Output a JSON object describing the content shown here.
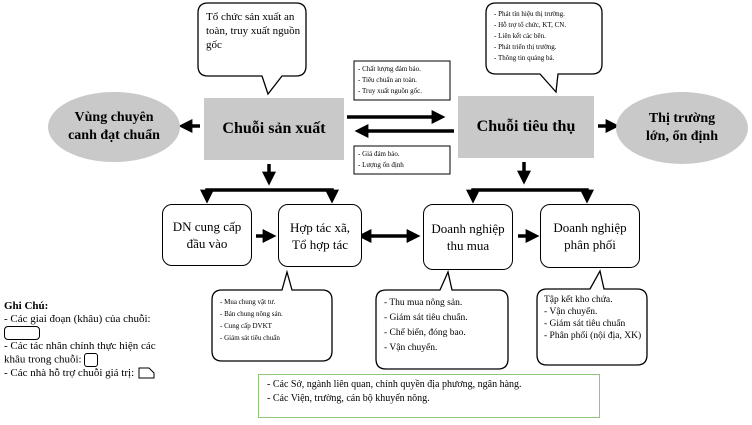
{
  "nodes": {
    "region": "Vùng chuyên canh đạt chuẩn",
    "production_chain": "Chuỗi sản xuất",
    "consumption_chain": "Chuỗi tiêu thụ",
    "market": "Thị trường lớn, ổn định",
    "input_enterprise": "DN cung cấp đầu vào",
    "cooperative": "Hợp tác xã, Tổ hợp tác",
    "purchasing_enterprise": "Doanh nghiệp thu mua",
    "distribution_enterprise": "Doanh nghiệp phân phối"
  },
  "callouts": {
    "production_top": "Tổ chức sản xuất an toàn, truy xuất nguồn gốc",
    "consumption_top": [
      "Phát tín hiệu thị trường.",
      "Hỗ trợ tổ chức, KT, CN.",
      "Liên kết các bên.",
      "Phát triển thị trường.",
      "Thông tin quảng bá."
    ],
    "cooperative": [
      "Mua chung vật tư.",
      "Bán chung nông sản.",
      "Cung cấp DVKT",
      "Giám sát tiêu chuẩn"
    ],
    "purchasing": [
      "Thu mua nông sản.",
      "Giám sát tiêu chuẩn.",
      "Chế biến, đóng bao.",
      "Vận chuyển."
    ],
    "distribution_title": "Tập kết kho chứa.",
    "distribution": [
      "Vận chuyển.",
      "Giám sát tiêu chuẩn",
      "Phân phối (nội địa, XK)"
    ]
  },
  "flows": {
    "to_consumption": [
      "Chất lượng đảm bảo.",
      "Tiêu chuẩn an toàn.",
      "Truy xuất nguồn gốc."
    ],
    "to_production": [
      "Giá đảm bảo.",
      "Lượng ổn định"
    ]
  },
  "legend": {
    "title": "Ghi Chú:",
    "line1": "- Các giai đoạn (khâu) của chuỗi:",
    "line2": "- Các tác nhân chính thực hiện các khâu trong chuỗi:",
    "line3": "- Các nhà hỗ trợ chuỗi giá trị:"
  },
  "supporters": [
    "- Các Sở, ngành liên quan, chính quyền địa phương, ngân hàng.",
    "- Các Viện, trường, cán bộ khuyến nông."
  ]
}
